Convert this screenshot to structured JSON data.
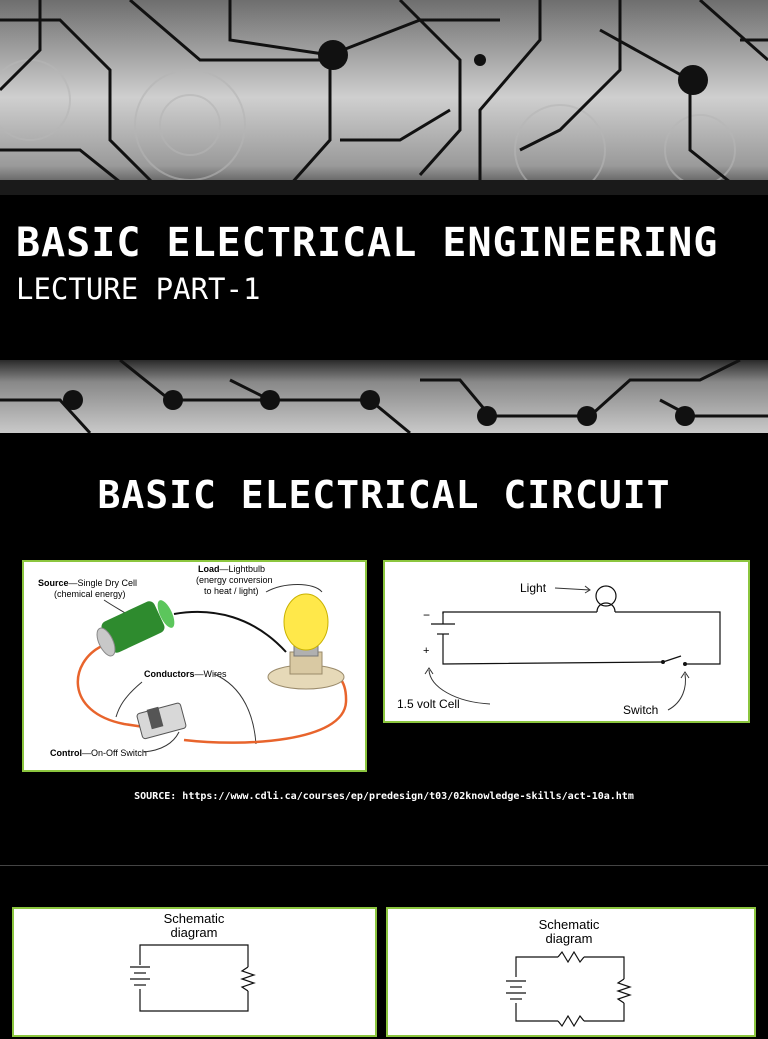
{
  "slide1": {
    "title": "BASIC ELECTRICAL ENGINEERING",
    "subtitle": "LECTURE PART-1"
  },
  "slide2": {
    "title": "BASIC ELECTRICAL CIRCUIT",
    "pictorial": {
      "source_bold": "Source",
      "source_rest": "—Single Dry Cell",
      "source_sub": "(chemical energy)",
      "load_bold": "Load",
      "load_rest": "—Lightbulb",
      "load_sub1": "(energy conversion",
      "load_sub2": "to heat / light)",
      "conductors_bold": "Conductors",
      "conductors_rest": "—Wires",
      "control_bold": "Control",
      "control_rest": "—On-Off Switch"
    },
    "schematic": {
      "light": "Light",
      "cell": "1.5 volt Cell",
      "switch": "Switch",
      "minus": "−",
      "plus": "+"
    },
    "source_text": "SOURCE: https://www.cdli.ca/courses/ep/predesign/t03/02knowledge-skills/act-10a.htm"
  },
  "slide3": {
    "left_label_1": "Schematic",
    "left_label_2": "diagram",
    "right_label_1": "Schematic",
    "right_label_2": "diagram"
  },
  "colors": {
    "panel_border": "#8cc63f",
    "background": "#000000",
    "wire": "#e8642c",
    "battery": "#2e8b2e",
    "bulb": "#ffe84a"
  }
}
